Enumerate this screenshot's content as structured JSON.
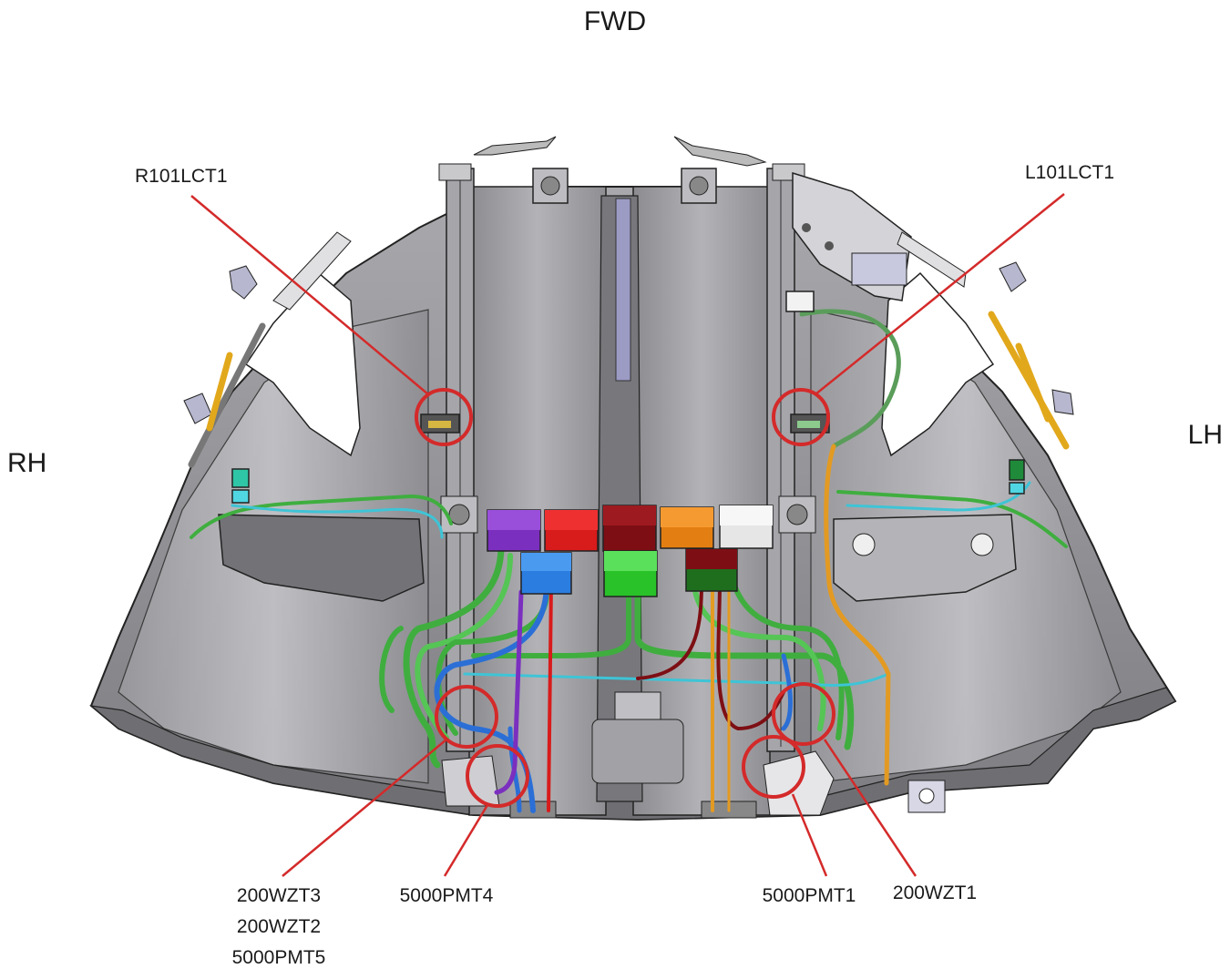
{
  "orientation": {
    "forward": "FWD",
    "right_hand": "RH",
    "left_hand": "LH"
  },
  "callouts": {
    "r101lct1": "R101LCT1",
    "l101lct1": "L101LCT1",
    "group_left": [
      "200WZT3",
      "200WZT2",
      "5000PMT5"
    ],
    "pmt4": "5000PMT4",
    "pmt1": "5000PMT1",
    "wzt1": "200WZT1"
  },
  "colors": {
    "callout": "#d42a2a",
    "structure": "#8e8e91",
    "harness_green": "#3fae3f",
    "harness_cyan": "#3ec4d6",
    "harness_blue": "#2b6fd6",
    "harness_orange": "#e39a22",
    "connector_purple": "#7b2fbf",
    "connector_red": "#d81b1b",
    "connector_darkred": "#7d0f14",
    "connector_orange": "#e37f12",
    "connector_white": "#e6e6e6"
  },
  "connector_blocks": [
    "purple",
    "red",
    "darkred",
    "orange",
    "white",
    "blue",
    "green",
    "darkred-green"
  ]
}
